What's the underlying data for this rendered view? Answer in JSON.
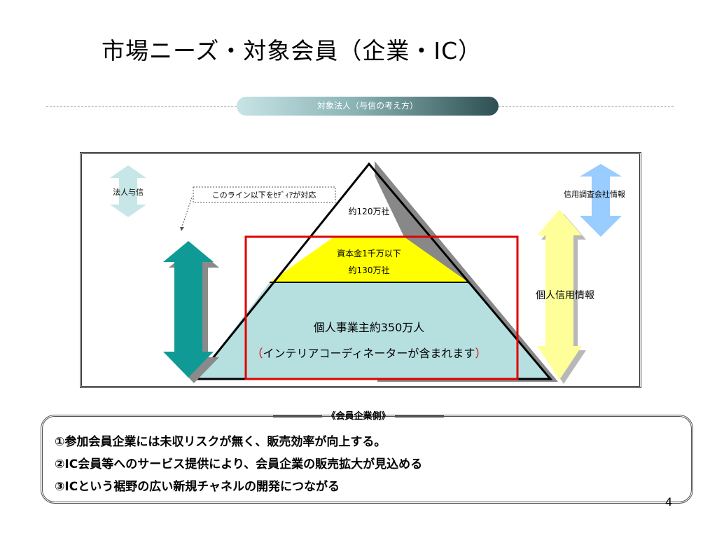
{
  "title": "市場ニーズ・対象会員（企業・IC）",
  "subtitle_pill": "対象法人（与信の考え方）",
  "diagram": {
    "left_arrow_label": "法人与信",
    "callout": "このライン以下をｾﾃﾞｨｱが対応",
    "right_top_label": "信用調査会社情報",
    "right_mid_label": "個人信用情報",
    "tiers": {
      "top": "約120万社",
      "middle_line1": "資本金1千万以下",
      "middle_line2": "約130万社",
      "bottom_line1": "個人事業主約350万人",
      "bottom_line2_open": "（",
      "bottom_line2_text": "インテリアコーディネーターが含まれます",
      "bottom_line2_close": "）"
    },
    "colors": {
      "middle_tier": "#ffff00",
      "bottom_tier": "#b6dfe0",
      "teal_arrow": "#0f9a96",
      "yellow_arrow": "#ffff99",
      "blue_arrow": "#99ccff",
      "light_teal_arrow": "#c6e6e8",
      "red_box": "#e00000"
    }
  },
  "section_label": "《会員企業側》",
  "points": [
    "①参加会員企業には未収リスクが無く、販売効率が向上する。",
    "②IC会員等へのサービス提供により、会員企業の販売拡大が見込める",
    "③ICという裾野の広い新規チャネルの開発につながる"
  ],
  "page_number": "4"
}
